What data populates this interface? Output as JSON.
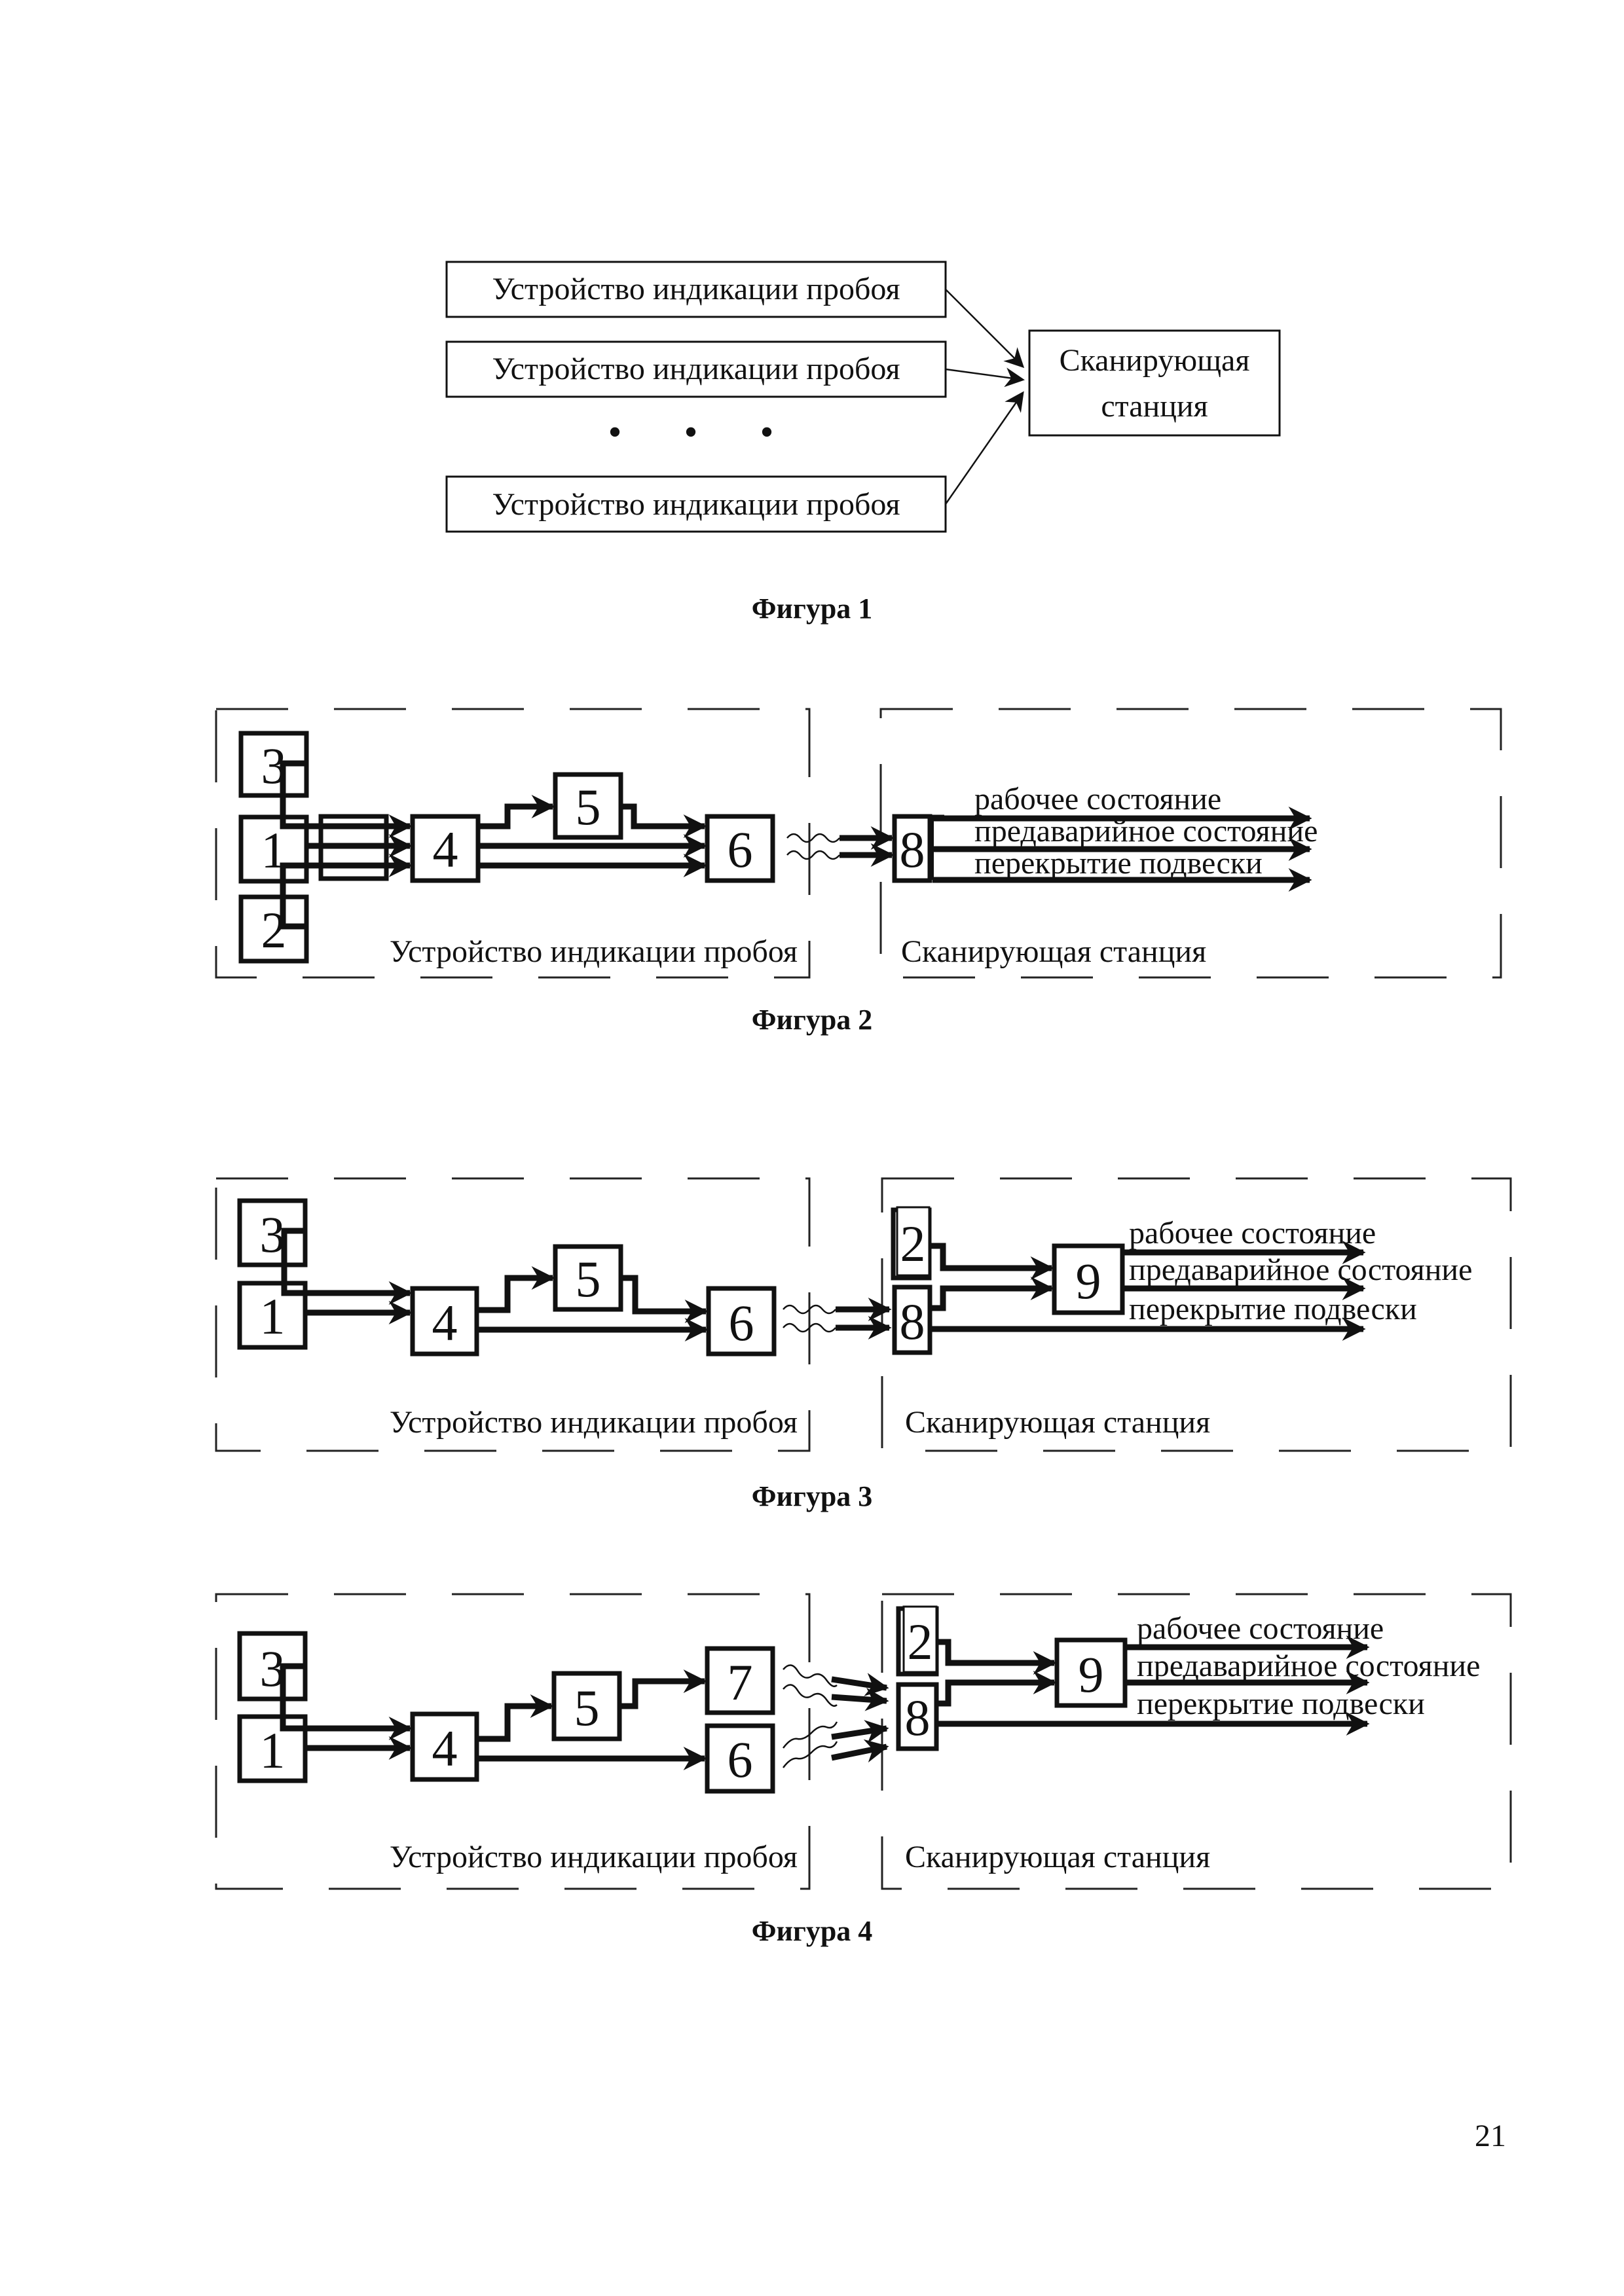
{
  "page_number": "21",
  "figure1": {
    "caption": "Фигура 1",
    "device_boxes": [
      "Устройство индикации пробоя",
      "Устройство индикации пробоя",
      "Устройство индикации пробоя"
    ],
    "ellipsis": "• • •",
    "station_box": [
      "Сканирующая",
      "станция"
    ]
  },
  "figure2": {
    "caption": "Фигура 2",
    "device_label": "Устройство индикации пробоя",
    "station_label": "Сканирующая станция",
    "blocks": {
      "b1": "1",
      "b2": "2",
      "b3": "3",
      "b4": "4",
      "b5": "5",
      "b6": "6",
      "b8": "8"
    },
    "outputs": [
      "рабочее состояние",
      "предаварийное состояние",
      "перекрытие подвески"
    ]
  },
  "figure3": {
    "caption": "Фигура 3",
    "device_label": "Устройство индикации пробоя",
    "station_label": "Сканирующая станция",
    "blocks": {
      "b1": "1",
      "b2": "2",
      "b3": "3",
      "b4": "4",
      "b5": "5",
      "b6": "6",
      "b8": "8",
      "b9": "9"
    },
    "outputs": [
      "рабочее состояние",
      "предаварийное состояние",
      "перекрытие подвески"
    ]
  },
  "figure4": {
    "caption": "Фигура 4",
    "device_label": "Устройство индикации пробоя",
    "station_label": "Сканирующая станция",
    "blocks": {
      "b1": "1",
      "b2": "2",
      "b3": "3",
      "b4": "4",
      "b5": "5",
      "b6": "6",
      "b7": "7",
      "b8": "8",
      "b9": "9"
    },
    "outputs": [
      "рабочее состояние",
      "предаварийное состояние",
      "перекрытие подвески"
    ]
  }
}
